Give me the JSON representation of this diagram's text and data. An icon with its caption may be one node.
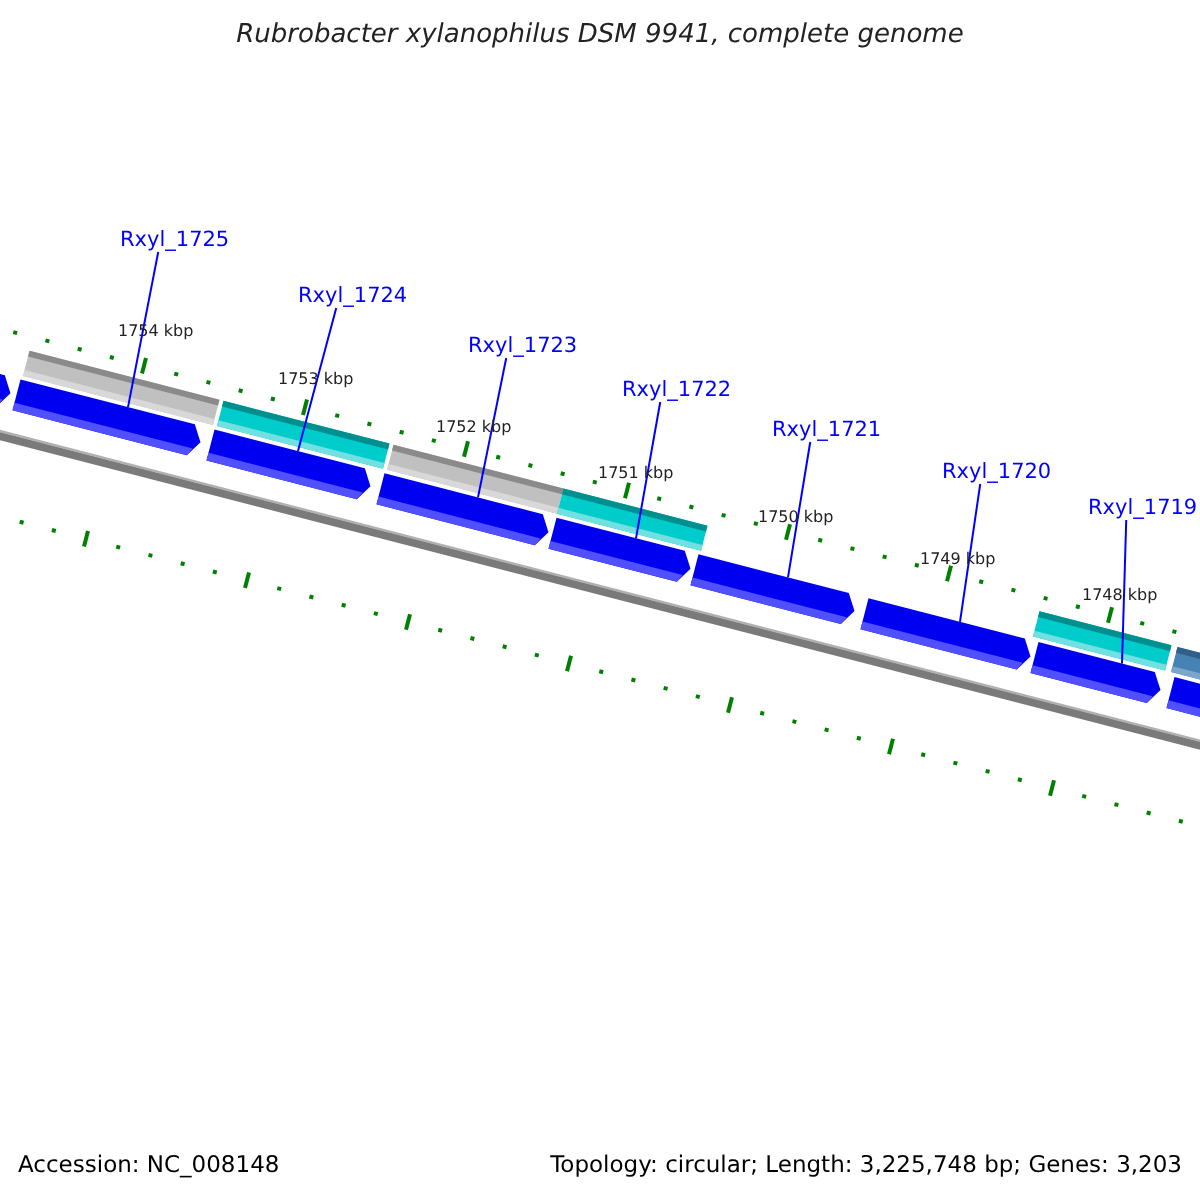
{
  "diagram": {
    "title": "Rubrobacter xylanophilus DSM 9941, complete genome",
    "nodes": [
      {
        "text": [
          "Rxyl_1725"
        ]
      },
      {
        "text": [
          "Rxyl_1724"
        ]
      },
      {
        "text": [
          "Rxyl_1723"
        ]
      },
      {
        "text": [
          "Rxyl_1722"
        ]
      },
      {
        "text": [
          "Rxyl_1721"
        ]
      },
      {
        "text": [
          "Rxyl_1720"
        ]
      },
      {
        "text": [
          "Rxyl_1719"
        ]
      },
      {
        "text": [],
        "shape": "bar"
      },
      {
        "text": [],
        "shape": "bar"
      },
      {
        "text": [],
        "shape": "bar"
      },
      {
        "text": [],
        "shape": "bar"
      },
      {
        "text": [],
        "shape": "bar"
      },
      {
        "text": [],
        "shape": "bar"
      },
      {
        "text": [],
        "shape": "bar"
      },
      {
        "text": [],
        "shape": "bar"
      },
      {
        "text": [],
        "shape": "bar"
      }
    ],
    "edges": [
      {
        "from": 0,
        "to": 8,
        "arrow": "none"
      },
      {
        "from": 1,
        "to": 9,
        "arrow": "none"
      },
      {
        "from": 2,
        "to": 10,
        "arrow": "none"
      },
      {
        "from": 3,
        "to": 11,
        "arrow": "none"
      },
      {
        "from": 4,
        "to": 12,
        "arrow": "none"
      },
      {
        "from": 5,
        "to": 13,
        "arrow": "none"
      },
      {
        "from": 6,
        "to": 14,
        "arrow": "none"
      }
    ],
    "labels": [
      "1754 kbp",
      "1753 kbp",
      "1752 kbp",
      "1751 kbp",
      "1750 kbp",
      "1749 kbp",
      "1748 kbp",
      "Accession: NC_008148",
      "Topology: circular; Length: 3,225,748 bp; Genes: 3,203"
    ]
  }
}
